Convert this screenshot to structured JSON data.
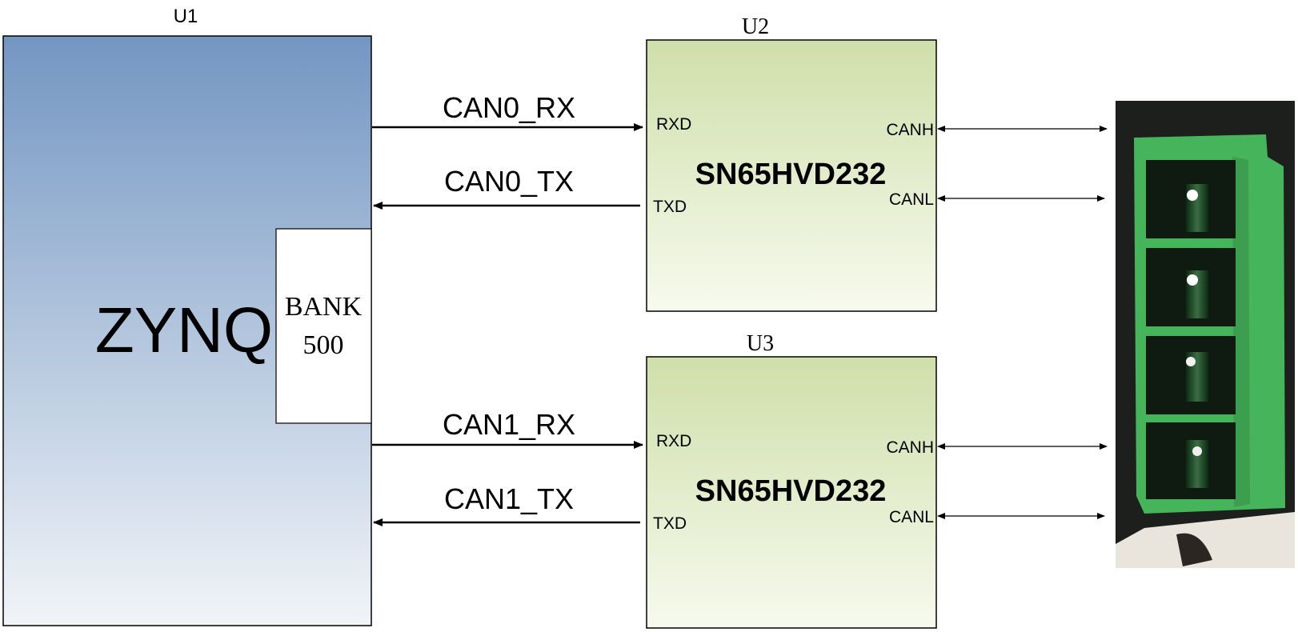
{
  "u1": {
    "designator": "U1",
    "name": "ZYNQ",
    "bank": {
      "line1": "BANK",
      "line2": "500"
    }
  },
  "transceivers": [
    {
      "designator": "U2",
      "part": "SN65HVD232",
      "pin_rxd": "RXD",
      "pin_txd": "TXD",
      "pin_canh": "CANH",
      "pin_canl": "CANL",
      "signal_rx": "CAN0_RX",
      "signal_tx": "CAN0_TX"
    },
    {
      "designator": "U3",
      "part": "SN65HVD232",
      "pin_rxd": "RXD",
      "pin_txd": "TXD",
      "pin_canh": "CANH",
      "pin_canl": "CANL",
      "signal_rx": "CAN1_RX",
      "signal_tx": "CAN1_TX"
    }
  ],
  "connector": {
    "description_icon": "terminal-block-connector-icon",
    "positions": 4
  },
  "colors": {
    "u1_gradient_top": "#7396c2",
    "u1_gradient_bottom": "#f1f4f8",
    "transceiver_gradient_top": "#cfdfaa",
    "transceiver_gradient_bottom": "#f7faee",
    "connector_green": "#46b45a",
    "line": "#000000"
  }
}
